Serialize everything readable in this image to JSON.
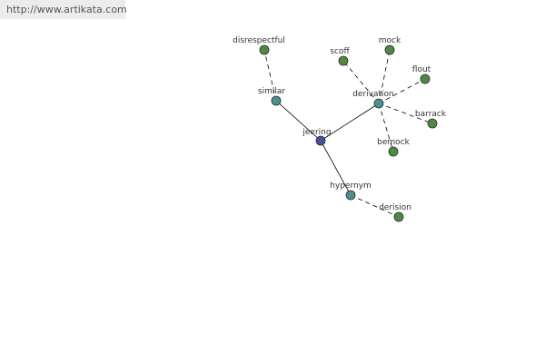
{
  "header": {
    "url": "http://www.artikata.com"
  },
  "colors": {
    "root": "#4a4f9c",
    "relation": "#4c9090",
    "word": "#4f8a42",
    "edge": "#000000"
  },
  "nodes": [
    {
      "id": "jeering",
      "label": "jeering",
      "kind": "root"
    },
    {
      "id": "similar",
      "label": "similar",
      "kind": "relation"
    },
    {
      "id": "derivation",
      "label": "derivation",
      "kind": "relation"
    },
    {
      "id": "hypernym",
      "label": "hypernym",
      "kind": "relation"
    },
    {
      "id": "disrespectful",
      "label": "disrespectful",
      "kind": "word"
    },
    {
      "id": "scoff",
      "label": "scoff",
      "kind": "word"
    },
    {
      "id": "mock",
      "label": "mock",
      "kind": "word"
    },
    {
      "id": "flout",
      "label": "flout",
      "kind": "word"
    },
    {
      "id": "barrack",
      "label": "barrack",
      "kind": "word"
    },
    {
      "id": "bemock",
      "label": "bemock",
      "kind": "word"
    },
    {
      "id": "derision",
      "label": "derision",
      "kind": "word"
    }
  ],
  "edges": [
    {
      "from": "jeering",
      "to": "similar",
      "style": "solid"
    },
    {
      "from": "jeering",
      "to": "derivation",
      "style": "solid"
    },
    {
      "from": "jeering",
      "to": "hypernym",
      "style": "solid"
    },
    {
      "from": "similar",
      "to": "disrespectful",
      "style": "dashed"
    },
    {
      "from": "derivation",
      "to": "scoff",
      "style": "dashed"
    },
    {
      "from": "derivation",
      "to": "mock",
      "style": "dashed"
    },
    {
      "from": "derivation",
      "to": "flout",
      "style": "dashed"
    },
    {
      "from": "derivation",
      "to": "barrack",
      "style": "dashed"
    },
    {
      "from": "derivation",
      "to": "bemock",
      "style": "dashed"
    },
    {
      "from": "hypernym",
      "to": "derision",
      "style": "dashed"
    }
  ]
}
